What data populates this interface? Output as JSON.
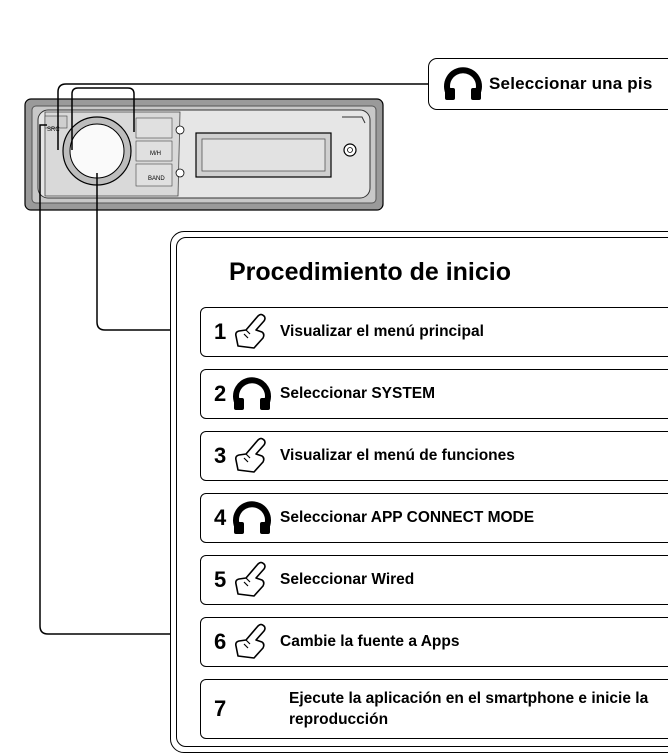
{
  "device": {
    "buttons": {
      "src": "SRC",
      "mh": "M/H",
      "band": "BAND"
    }
  },
  "callout": {
    "text": "Seleccionar una pis",
    "icon": "rotary-knob-icon"
  },
  "panel": {
    "title": "Procedimiento de inicio",
    "steps": [
      {
        "num": "1",
        "icon": "press-hand-icon",
        "text": "Visualizar el menú principal"
      },
      {
        "num": "2",
        "icon": "rotary-knob-icon",
        "text": "Seleccionar SYSTEM"
      },
      {
        "num": "3",
        "icon": "press-hand-icon",
        "text": "Visualizar el menú de funciones"
      },
      {
        "num": "4",
        "icon": "rotary-knob-icon",
        "text": "Seleccionar APP CONNECT MODE"
      },
      {
        "num": "5",
        "icon": "press-hand-icon",
        "text": "Seleccionar Wired"
      },
      {
        "num": "6",
        "icon": "press-hand-icon",
        "text": "Cambie la fuente a Apps"
      },
      {
        "num": "7",
        "icon": "",
        "text": "Ejecute la aplicación en el smartphone e inicie la reproducción"
      }
    ]
  }
}
